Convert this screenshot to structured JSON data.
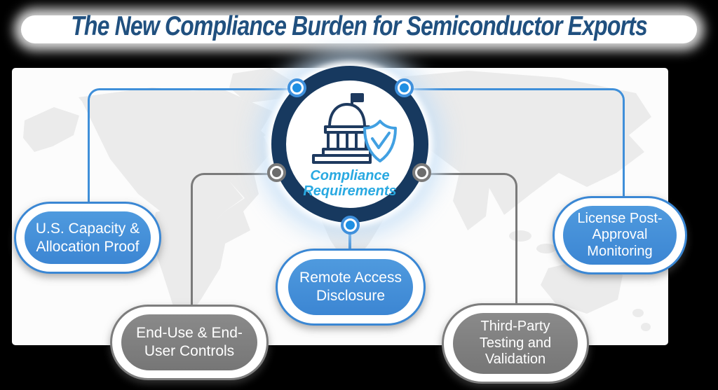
{
  "title": "The New Compliance Burden for Semiconductor Exports",
  "center": {
    "label": "Compliance\nRequirements",
    "icons": [
      "capitol-building-icon",
      "shield-check-icon"
    ]
  },
  "boxes": [
    {
      "label": "U.S. Capacity &\nAllocation Proof",
      "variant": "blue",
      "position": "left"
    },
    {
      "label": "End-Use & End-\nUser Controls",
      "variant": "gray",
      "position": "bottom-left"
    },
    {
      "label": "Remote Access\nDisclosure",
      "variant": "blue",
      "position": "bottom-center"
    },
    {
      "label": "Third-Party\nTesting and\nValidation",
      "variant": "gray",
      "position": "bottom-right"
    },
    {
      "label": "License Post-\nApproval\nMonitoring",
      "variant": "blue",
      "position": "right"
    }
  ],
  "colors": {
    "title_blue": "#20507f",
    "ring_navy": "#17395f",
    "accent_blue": "#3f8fd9",
    "node_blue": "#1e8fe3",
    "connector_gray": "#7a7a7a",
    "pill_blue": "#4190d9",
    "pill_gray": "#7f7f7f",
    "center_label_blue": "#29a9e1",
    "map_gray": "#ebebeb",
    "background": "#000000"
  }
}
